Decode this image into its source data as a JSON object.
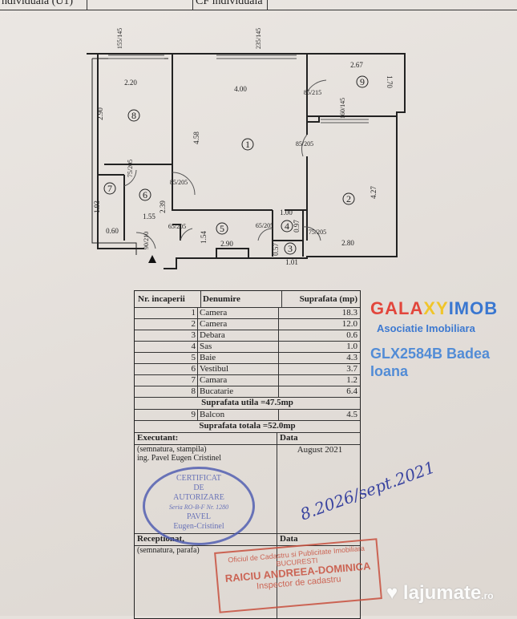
{
  "header_strip": {
    "left": "ndividuala (U1)",
    "right": "CF individuala"
  },
  "plan": {
    "rooms": [
      "1",
      "2",
      "3",
      "4",
      "5",
      "6",
      "7",
      "8",
      "9"
    ],
    "dims": {
      "d1": "2.20",
      "d2": "2.90",
      "d3": "4.00",
      "d4": "4.58",
      "d5": "2.67",
      "d6": "1.70",
      "d7": "4.27",
      "d8": "2.80",
      "d9": "1.55",
      "d10": "2.39",
      "d11": "1.54",
      "d12": "2.90",
      "d13": "1.00",
      "d14": "0.97",
      "d15": "0.57",
      "d16": "1.01",
      "d17": "0.60",
      "d18": "1.93"
    },
    "windows": {
      "w1": "155/145",
      "w2": "235/145",
      "w3": "160/145"
    },
    "doors": {
      "a": "85/215",
      "b": "85/205",
      "c": "85/205",
      "d": "75/205",
      "e": "65/205",
      "f": "65/205",
      "g": "75/205",
      "h": "90/210"
    }
  },
  "table": {
    "headers": {
      "nr": "Nr. incaperii",
      "name": "Denumire",
      "area": "Suprafata (mp)"
    },
    "rows": [
      {
        "nr": "1",
        "name": "Camera",
        "area": "18.3"
      },
      {
        "nr": "2",
        "name": "Camera",
        "area": "12.0"
      },
      {
        "nr": "3",
        "name": "Debara",
        "area": "0.6"
      },
      {
        "nr": "4",
        "name": "Sas",
        "area": "1.0"
      },
      {
        "nr": "5",
        "name": "Baie",
        "area": "4.3"
      },
      {
        "nr": "6",
        "name": "Vestibul",
        "area": "3.7"
      },
      {
        "nr": "7",
        "name": "Camara",
        "area": "1.2"
      },
      {
        "nr": "8",
        "name": "Bucatarie",
        "area": "6.4"
      }
    ],
    "useful": "Suprafata utila =47.5mp",
    "balcony": {
      "nr": "9",
      "name": "Balcon",
      "area": "4.5"
    },
    "total": "Suprafata totala =52.0mp",
    "executant": "Executant:",
    "data_label": "Data",
    "exec_sub": "(semnatura, stampila)",
    "exec_name": "ing. Pavel Eugen Cristinel",
    "exec_date": "August 2021",
    "receptionat": "Receptionat,",
    "rec_sub": "(semnatura, parafa)",
    "data_label2": "Data"
  },
  "stamps": {
    "cert": [
      "CERTIFICAT",
      "DE",
      "AUTORIZARE",
      "Seria RO-B-F Nr. 1280",
      "PAVEL",
      "Eugen-Cristinel"
    ],
    "ocpi": [
      "Oficiul de Cadastru si Publicitate Imobiliara",
      "BUCURESTI",
      "RAICIU ANDREEA-DOMINICA",
      "Inspector de cadastru"
    ],
    "handwritten_date": "8.2026/sept.2021"
  },
  "watermark": {
    "brand_a": "GALA",
    "brand_b": "XY",
    "brand_c": "IMOB",
    "sub": "Asociatie Imobiliara",
    "agent": "GLX2584B Badea Ioana",
    "site": "lajumate",
    "site_tld": ".ro"
  }
}
